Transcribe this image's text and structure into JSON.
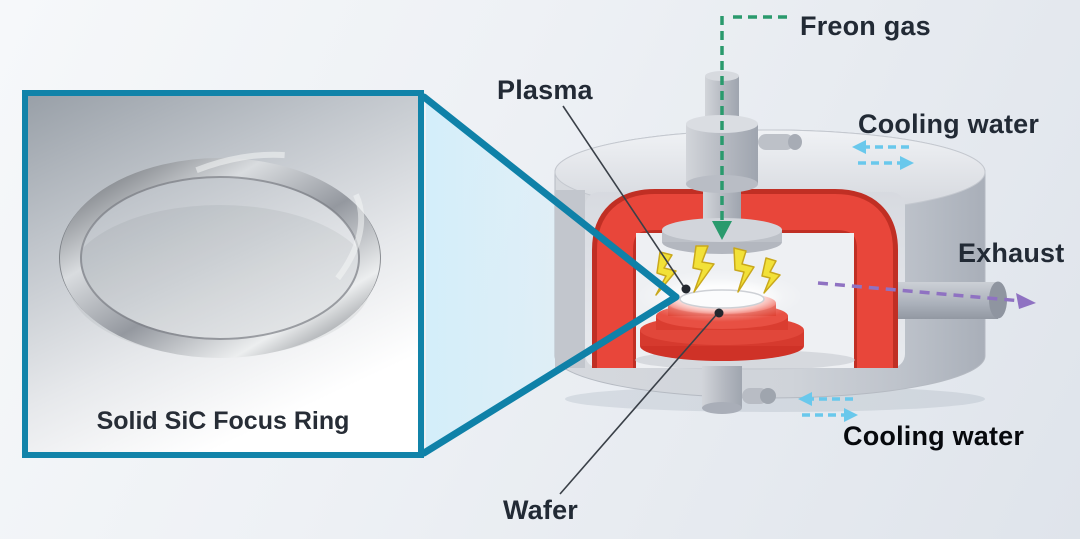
{
  "inset": {
    "caption": "Solid SiC Focus Ring"
  },
  "labels": {
    "freon_gas": "Freon gas",
    "plasma": "Plasma",
    "cooling_water_top": "Cooling water",
    "exhaust": "Exhaust",
    "cooling_water_bottom": "Cooling water",
    "wafer": "Wafer"
  },
  "colors": {
    "callout_teal": "#0f81a8",
    "chamber_red": "#e2392c",
    "freon_arrow_green": "#2a9a6d",
    "cooling_arrow_blue": "#69c8ec",
    "exhaust_arrow_purple": "#8f72c2",
    "plasma_yellow": "#f2e138",
    "label_text": "#222a35"
  }
}
